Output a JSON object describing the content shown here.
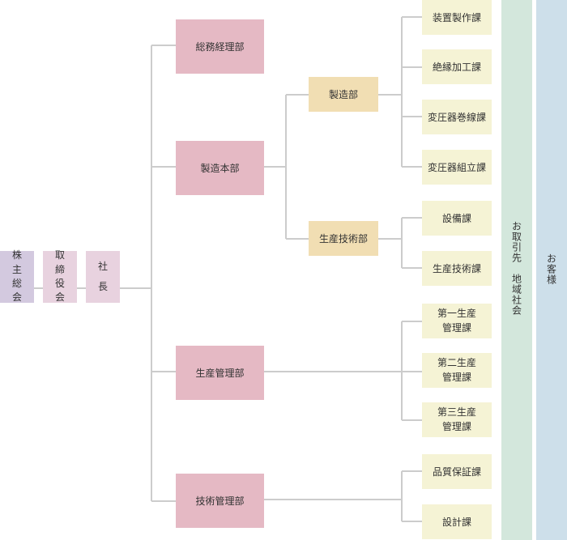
{
  "left_chain": {
    "shareholders": [
      "株",
      "主",
      "総",
      "会"
    ],
    "board": [
      "取",
      "締",
      "役",
      "会"
    ],
    "president": [
      "社",
      "長"
    ]
  },
  "divisions": {
    "general_affairs": "総務経理部",
    "manufacturing_hq": "製造本部",
    "production_mgmt": "生産管理部",
    "technical_mgmt": "技術管理部"
  },
  "departments": {
    "manufacturing": "製造部",
    "production_tech": "生産技術部"
  },
  "sections": {
    "equipment_mfg": "装置製作課",
    "insulation": "絶縁加工課",
    "transformer_winding": "変圧器巻線課",
    "transformer_assembly": "変圧器組立課",
    "facilities": "設備課",
    "production_tech_sec": "生産技術課",
    "prod1": [
      "第一生産",
      "管理課"
    ],
    "prod2": [
      "第二生産",
      "管理課"
    ],
    "prod3": [
      "第三生産",
      "管理課"
    ],
    "quality": "品質保証課",
    "design": "設計課"
  },
  "side": {
    "partners": "お取引先　地域社会",
    "customers": "お客様"
  },
  "colors": {
    "line": "#cccccc",
    "division": "#e5b9c4",
    "department": "#f1deb3",
    "section": "#f5f3d5",
    "partners": "#d3e7dc",
    "customers": "#cddfea"
  }
}
